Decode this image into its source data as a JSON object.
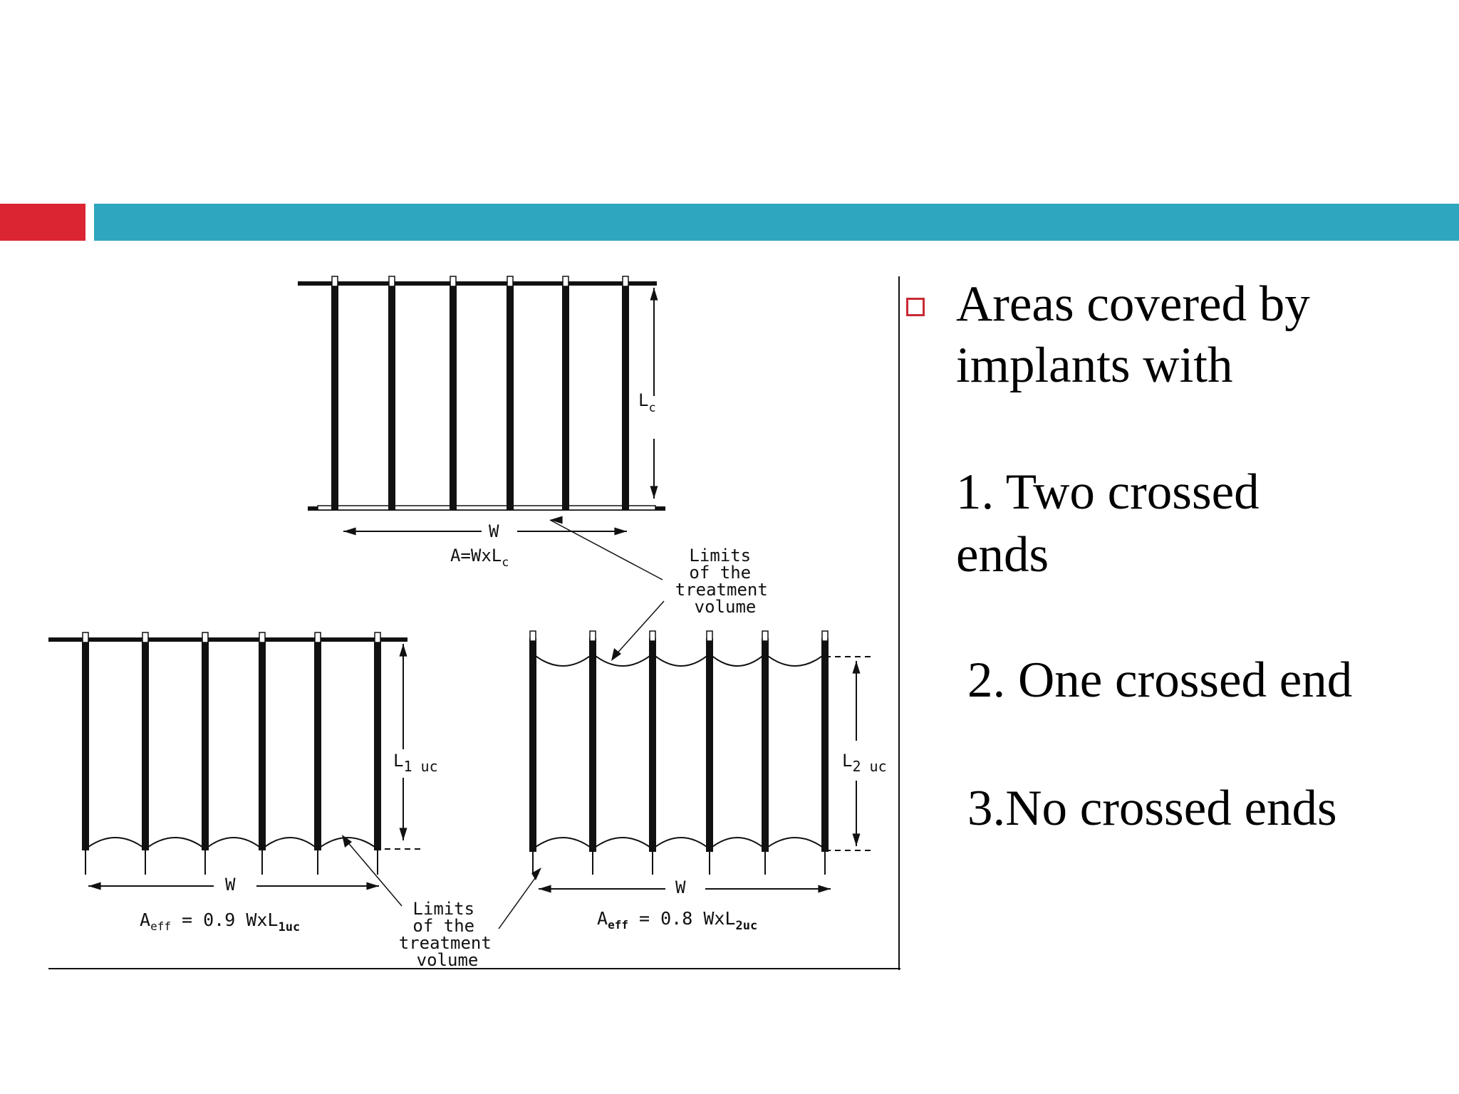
{
  "colors": {
    "accent_red": "#dc2533",
    "accent_teal": "#2ea6bf",
    "bullet": "#c82a35"
  },
  "figure": {
    "top": {
      "dim_l": "L",
      "dim_l_sub": "c",
      "dim_w": "W",
      "formula": "A=WxL",
      "formula_sub": "c"
    },
    "limits_top": [
      "Limits",
      "of the",
      "treatment",
      "volume"
    ],
    "left": {
      "dim_l": "L",
      "dim_l_sub": "1 uc",
      "dim_w": "W",
      "formula_a": "A",
      "formula_a_sub": "eff",
      "formula_rest": " = 0.9 WxL",
      "formula_rest_sub": "1uc"
    },
    "limits_bottom": [
      "Limits",
      "of the",
      "treatment",
      "volume"
    ],
    "right": {
      "dim_l": "L",
      "dim_l_sub": "2 uc",
      "dim_w": "W",
      "formula_a": "A",
      "formula_a_sub": "eff",
      "formula_rest": " = 0.8 WxL",
      "formula_rest_sub": "2uc"
    }
  },
  "text": {
    "bullet_line1": "Areas covered by",
    "bullet_line2": "implants with",
    "item1_line1": "1. Two crossed",
    "item1_line2": "ends",
    "item2": "2. One crossed end",
    "item3": "3.No crossed ends"
  }
}
